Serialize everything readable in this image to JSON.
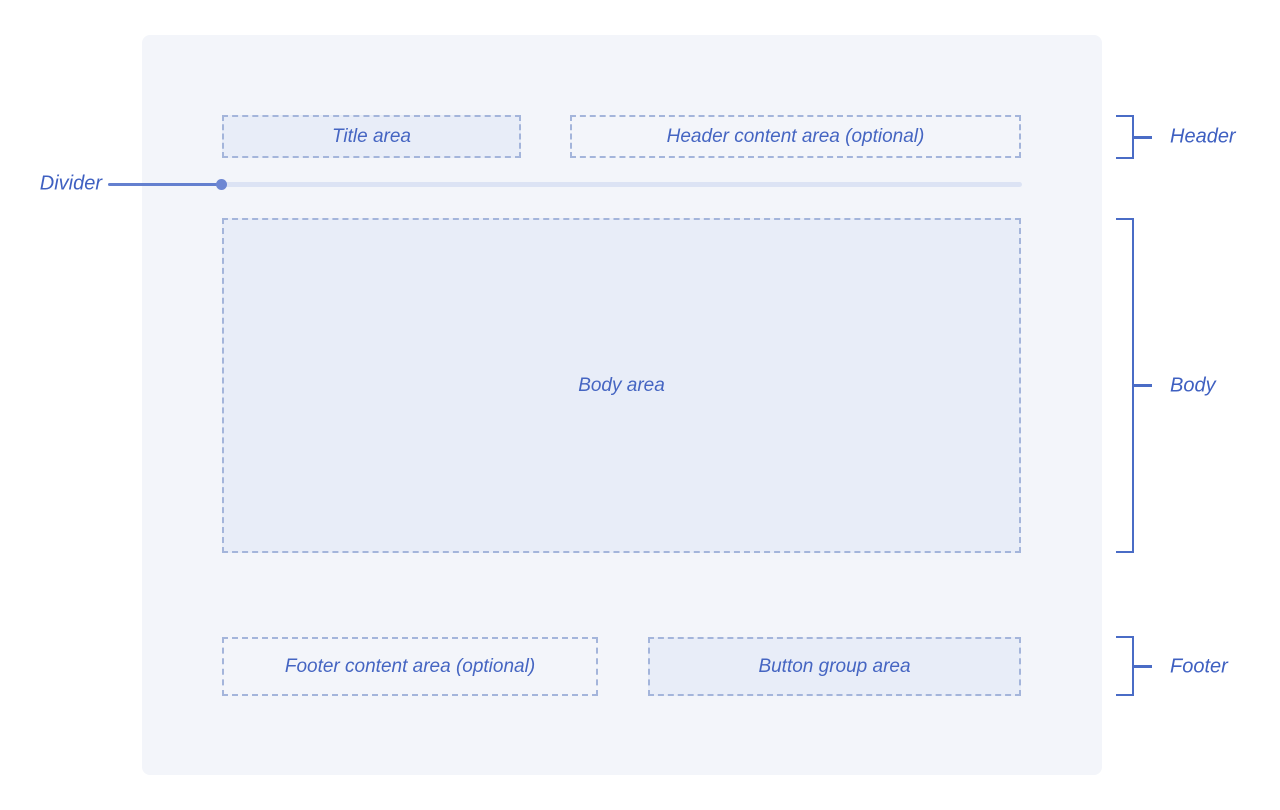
{
  "diagram": {
    "description": "Dialog anatomy diagram",
    "colors": {
      "panel_background": "#f3f5fa",
      "zone_fill": "#e8edf8",
      "zone_dashed_border": "#a4b5db",
      "divider_line": "#dce3f4",
      "divider_dot": "#6e87d3",
      "leader_line": "#6480cf",
      "bracket_line": "#4a6cc6",
      "zone_label_text": "#4565c2",
      "side_label_text": "#3f60c1"
    }
  },
  "dialog": {
    "title_area_label": "Title area",
    "header_content_label": "Header content area (optional)",
    "body_area_label": "Body area",
    "footer_content_label": "Footer content area (optional)",
    "button_group_label": "Button group area"
  },
  "annotations": {
    "divider_label": "Divider",
    "header_label": "Header",
    "body_label": "Body",
    "footer_label": "Footer"
  }
}
